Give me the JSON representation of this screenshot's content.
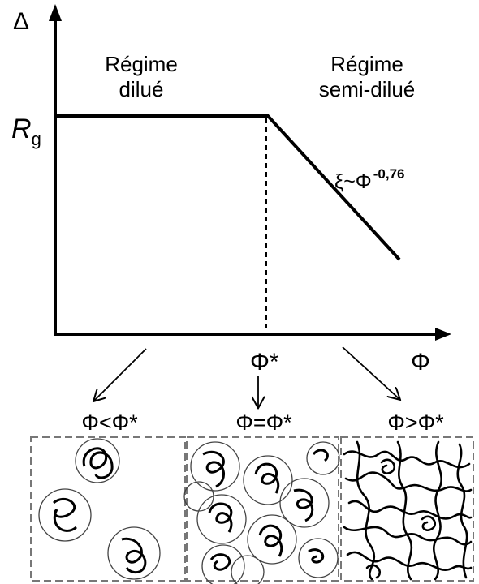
{
  "axes": {
    "y_label": "Δ",
    "x_label": "Φ"
  },
  "y_tick": {
    "main": "R",
    "sub": "g"
  },
  "x_tick": "Φ*",
  "regimes": {
    "dilute": {
      "line1": "Régime",
      "line2": "dilué"
    },
    "semidilute": {
      "line1": "Régime",
      "line2": "semi-dilué"
    }
  },
  "scaling_law": {
    "base": "ξ~Φ",
    "exponent": "-0,76"
  },
  "conditions": {
    "below": "Φ<Φ*",
    "equal": "Φ=Φ*",
    "above": "Φ>Φ*"
  },
  "panels": [
    {
      "name": "dilute-panel",
      "coils": 3,
      "border": "dashed"
    },
    {
      "name": "overlap-panel",
      "coils": 10,
      "border": "dashed"
    },
    {
      "name": "semidilute-panel",
      "coils": 0,
      "border": "dashed"
    }
  ],
  "colors": {
    "ink": "#000000",
    "background": "#ffffff",
    "circle": "#444444"
  }
}
